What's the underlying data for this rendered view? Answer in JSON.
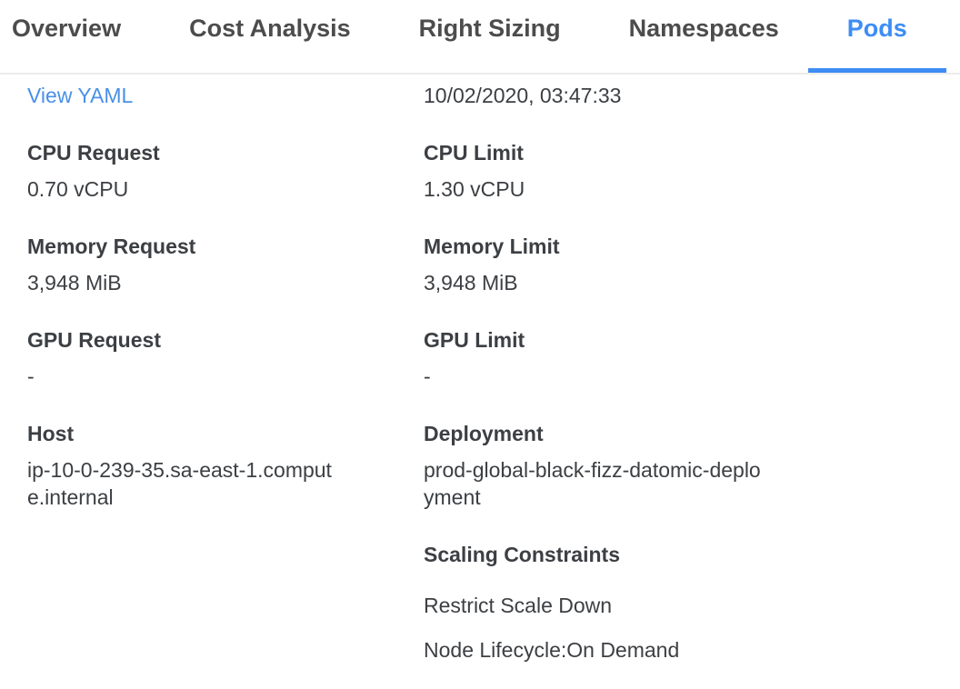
{
  "colors": {
    "accent_blue": "#3d8df5",
    "link_blue": "#4a90e8",
    "text_dark": "#3c3f43",
    "tab_inactive": "#4c4c4c",
    "divider": "#ececec"
  },
  "tabs": {
    "items": [
      {
        "label": "Overview",
        "active": false
      },
      {
        "label": "Cost Analysis",
        "active": false
      },
      {
        "label": "Right Sizing",
        "active": false
      },
      {
        "label": "Namespaces",
        "active": false
      },
      {
        "label": "Pods",
        "active": true
      }
    ]
  },
  "details": {
    "view_yaml_link": "View YAML",
    "timestamp": "10/02/2020, 03:47:33",
    "fields": {
      "cpu_request": {
        "label": "CPU Request",
        "value": "0.70 vCPU"
      },
      "cpu_limit": {
        "label": "CPU Limit",
        "value": "1.30 vCPU"
      },
      "memory_request": {
        "label": "Memory Request",
        "value": "3,948 MiB"
      },
      "memory_limit": {
        "label": "Memory Limit",
        "value": "3,948 MiB"
      },
      "gpu_request": {
        "label": "GPU Request",
        "value": "-"
      },
      "gpu_limit": {
        "label": "GPU Limit",
        "value": "-"
      },
      "host": {
        "label": "Host",
        "value": "ip-10-0-239-35.sa-east-1.compute.internal"
      },
      "deployment": {
        "label": "Deployment",
        "value": "prod-global-black-fizz-datomic-deployment"
      },
      "scaling_constraints": {
        "label": "Scaling Constraints",
        "items": [
          "Restrict Scale Down",
          "Node Lifecycle:On Demand"
        ]
      }
    }
  }
}
